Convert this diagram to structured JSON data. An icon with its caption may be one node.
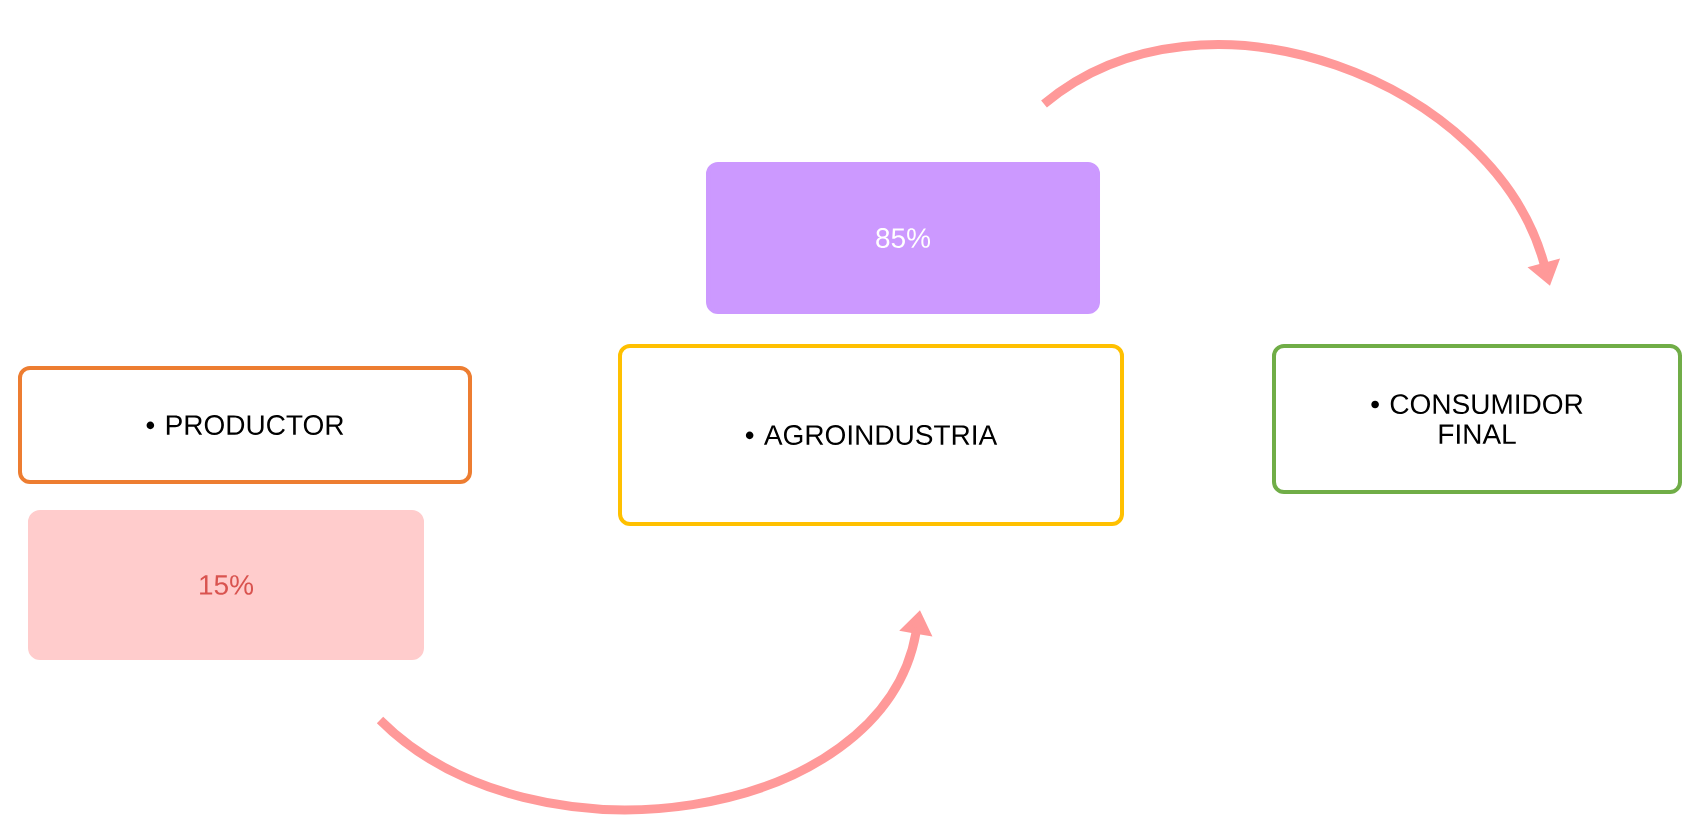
{
  "diagram": {
    "nodes": [
      {
        "text": [
          "• PRODUCTOR"
        ]
      },
      {
        "text": [
          "15%"
        ]
      },
      {
        "text": [
          "• AGROINDUSTRIA"
        ]
      },
      {
        "text": [
          "85%"
        ]
      },
      {
        "text": [
          "• CONSUMIDOR FINAL"
        ]
      }
    ],
    "edges": [
      {
        "from": 1,
        "to": 2,
        "arrow": "to"
      },
      {
        "from": 3,
        "to": 4,
        "arrow": "to"
      }
    ]
  }
}
